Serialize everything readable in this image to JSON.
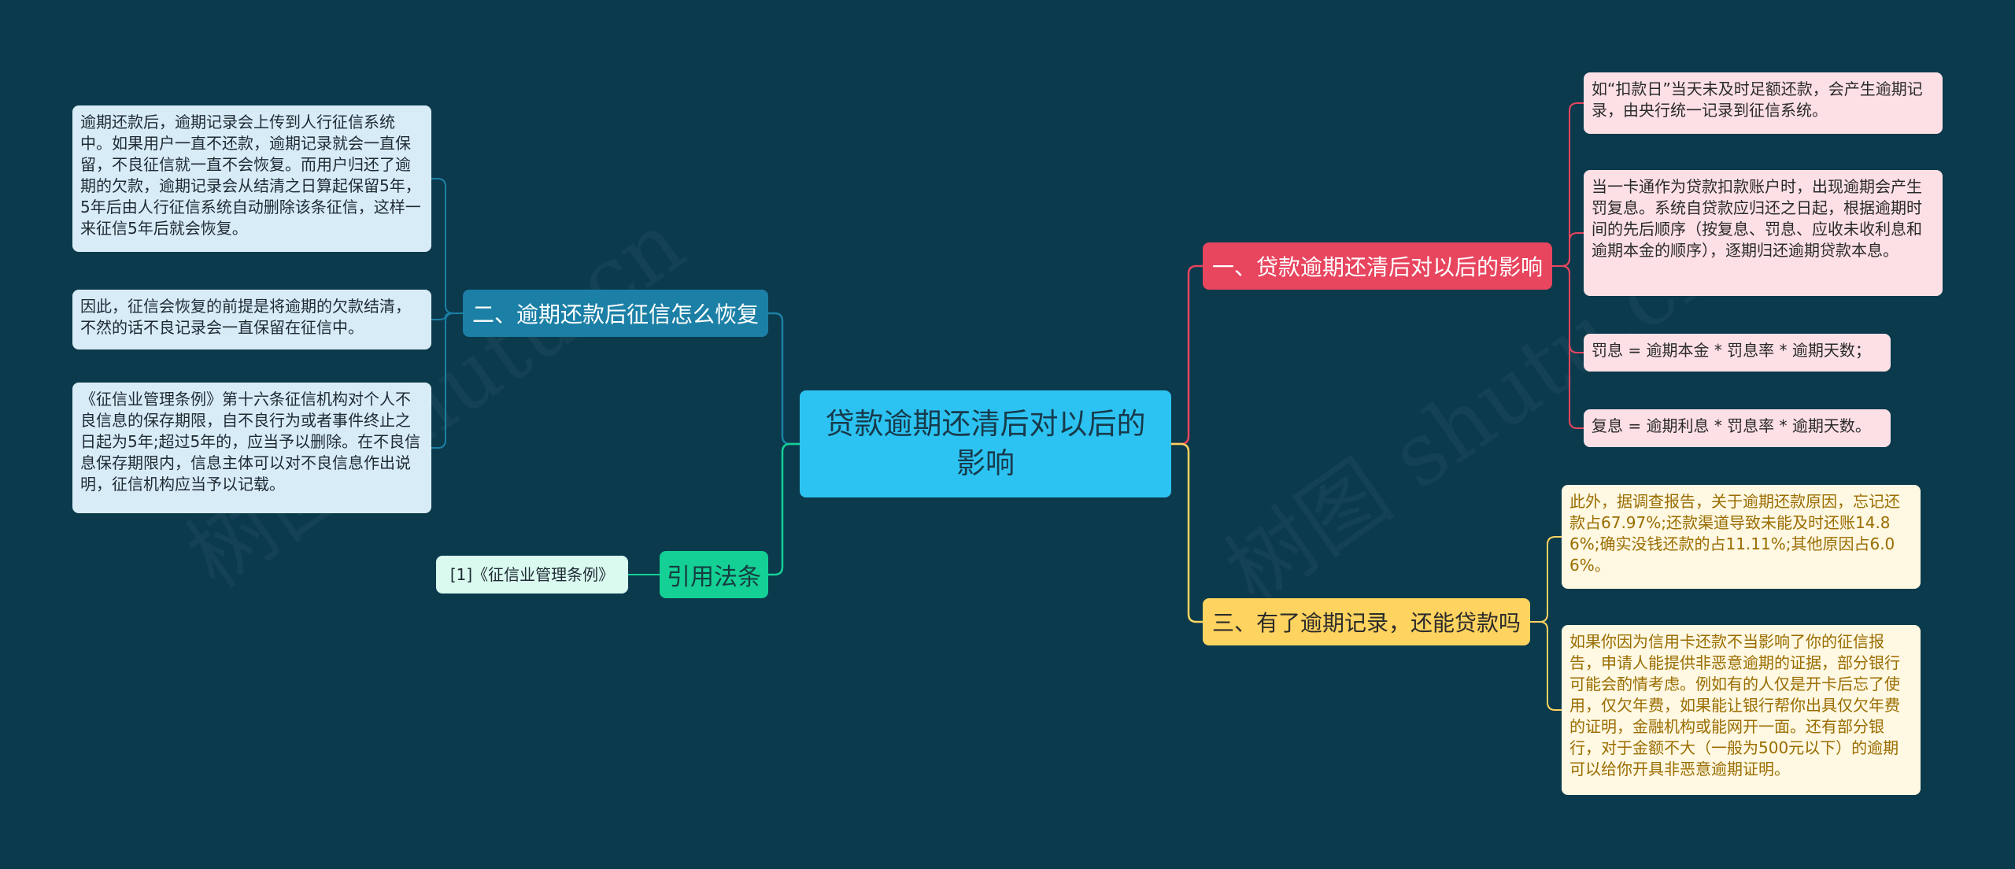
{
  "root": {
    "title": "贷款逾期还清后对以后的影响"
  },
  "branches": [
    {
      "label": "一、贷款逾期还清后对以后的影响",
      "color": "#e8455f",
      "items": [
        "如“扣款日”当天未及时足额还款，会产生逾期记录，由央行统一记录到征信系统。",
        "当一卡通作为贷款扣款账户时，出现逾期会产生罚复息。系统自贷款应归还之日起，根据逾期时间的先后顺序（按复息、罚息、应收未收利息和逾期本金的顺序），逐期归还逾期贷款本息。",
        "罚息 = 逾期本金 * 罚息率 * 逾期天数；",
        "复息 = 逾期利息 * 罚息率 * 逾期天数。"
      ]
    },
    {
      "label": "二、逾期还款后征信怎么恢复",
      "color": "#1c80a6",
      "items": [
        "逾期还款后，逾期记录会上传到人行征信系统中。如果用户一直不还款，逾期记录就会一直保留，不良征信就一直不会恢复。而用户归还了逾期的欠款，逾期记录会从结清之日算起保留5年，5年后由人行征信系统自动删除该条征信，这样一来征信5年后就会恢复。",
        "因此，征信会恢复的前提是将逾期的欠款结清，不然的话不良记录会一直保留在征信中。",
        "《征信业管理条例》第十六条征信机构对个人不良信息的保存期限，自不良行为或者事件终止之日起为5年;超过5年的，应当予以删除。在不良信息保存期限内，信息主体可以对不良信息作出说明，征信机构应当予以记载。"
      ]
    },
    {
      "label": "三、有了逾期记录，还能贷款吗",
      "color": "#ffd35f",
      "items": [
        "此外，据调查报告，关于逾期还款原因，忘记还款占67.97%;还款渠道导致未能及时还账14.86%;确实没钱还款的占11.11%;其他原因占6.06%。",
        "如果你因为信用卡还款不当影响了你的征信报告，申请人能提供非恶意逾期的证据，部分银行可能会酌情考虑。例如有的人仅是开卡后忘了使用，仅欠年费，如果能让银行帮你出具仅欠年费的证明，金融机构或能网开一面。还有部分银行，对于金额不大（一般为500元以下）的逾期可以给你开具非恶意逾期证明。"
      ]
    },
    {
      "label": "引用法条",
      "color": "#14d095",
      "items": [
        "[1]《征信业管理条例》"
      ]
    }
  ],
  "colors": {
    "background": "#0b3a4c",
    "root": "#2cc3f2"
  }
}
